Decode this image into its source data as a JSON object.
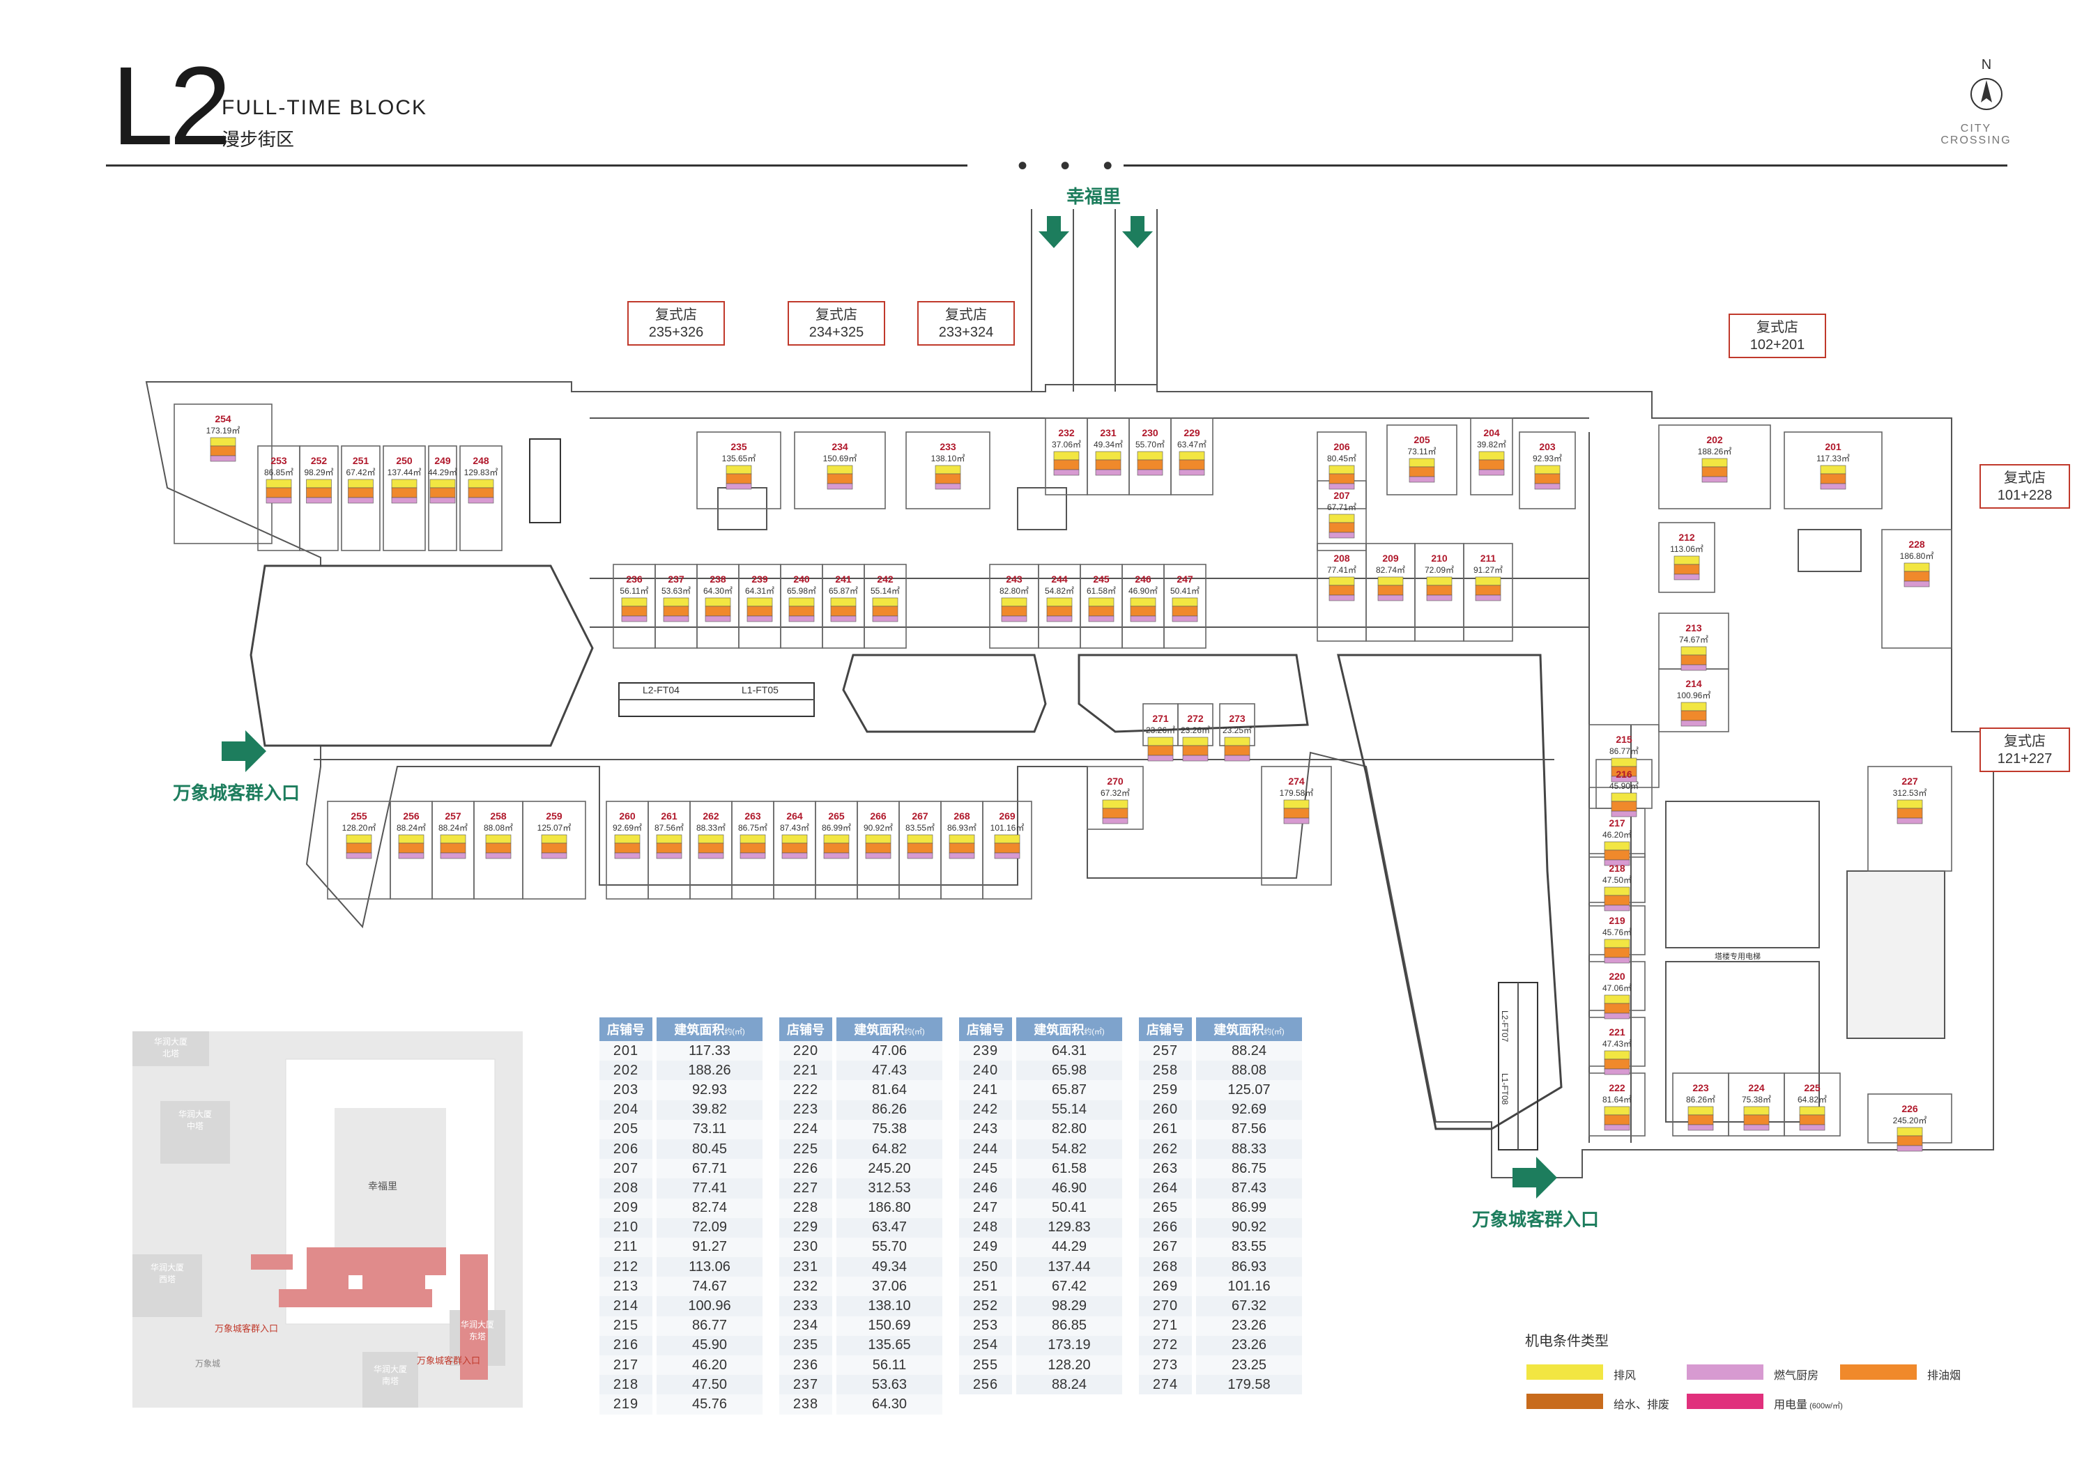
{
  "header": {
    "level": "L2",
    "title_en": "FULL-TIME BLOCK",
    "title_cn": "漫步街区",
    "dots": "• • •",
    "north": "N",
    "brand_line1": "CITY",
    "brand_line2": "CROSSING"
  },
  "labels": {
    "xingfuli": "幸福里",
    "entrance": "万象城客群入口",
    "escalator1": "L2-FT04",
    "escalator2": "L1-FT05",
    "escalator3": "L2-FT07",
    "escalator4": "L1-FT08",
    "mid_elevator": "塔楼专用电梯"
  },
  "duplex": [
    {
      "title": "复式店",
      "stores": "235+326"
    },
    {
      "title": "复式店",
      "stores": "234+325"
    },
    {
      "title": "复式店",
      "stores": "233+324"
    },
    {
      "title": "复式店",
      "stores": "102+201"
    },
    {
      "title": "复式店",
      "stores": "101+228"
    },
    {
      "title": "复式店",
      "stores": "121+227"
    }
  ],
  "stores": [
    {
      "no": "254",
      "area": "173.19㎡"
    },
    {
      "no": "253",
      "area": "86.85㎡"
    },
    {
      "no": "252",
      "area": "98.29㎡"
    },
    {
      "no": "251",
      "area": "67.42㎡"
    },
    {
      "no": "250",
      "area": "137.44㎡"
    },
    {
      "no": "249",
      "area": "44.29㎡"
    },
    {
      "no": "248",
      "area": "129.83㎡"
    },
    {
      "no": "235",
      "area": "135.65㎡"
    },
    {
      "no": "234",
      "area": "150.69㎡"
    },
    {
      "no": "233",
      "area": "138.10㎡"
    },
    {
      "no": "232",
      "area": "37.06㎡"
    },
    {
      "no": "231",
      "area": "49.34㎡"
    },
    {
      "no": "230",
      "area": "55.70㎡"
    },
    {
      "no": "229",
      "area": "63.47㎡"
    },
    {
      "no": "236",
      "area": "56.11㎡"
    },
    {
      "no": "237",
      "area": "53.63㎡"
    },
    {
      "no": "238",
      "area": "64.30㎡"
    },
    {
      "no": "239",
      "area": "64.31㎡"
    },
    {
      "no": "240",
      "area": "65.98㎡"
    },
    {
      "no": "241",
      "area": "65.87㎡"
    },
    {
      "no": "242",
      "area": "55.14㎡"
    },
    {
      "no": "243",
      "area": "82.80㎡"
    },
    {
      "no": "244",
      "area": "54.82㎡"
    },
    {
      "no": "245",
      "area": "61.58㎡"
    },
    {
      "no": "246",
      "area": "46.90㎡"
    },
    {
      "no": "247",
      "area": "50.41㎡"
    },
    {
      "no": "206",
      "area": "80.45㎡"
    },
    {
      "no": "205",
      "area": "73.11㎡"
    },
    {
      "no": "204",
      "area": "39.82㎡"
    },
    {
      "no": "203",
      "area": "92.93㎡"
    },
    {
      "no": "207",
      "area": "67.71㎡"
    },
    {
      "no": "208",
      "area": "77.41㎡"
    },
    {
      "no": "209",
      "area": "82.74㎡"
    },
    {
      "no": "210",
      "area": "72.09㎡"
    },
    {
      "no": "211",
      "area": "91.27㎡"
    },
    {
      "no": "202",
      "area": "188.26㎡"
    },
    {
      "no": "201",
      "area": "117.33㎡"
    },
    {
      "no": "212",
      "area": "113.06㎡"
    },
    {
      "no": "228",
      "area": "186.80㎡"
    },
    {
      "no": "213",
      "area": "74.67㎡"
    },
    {
      "no": "214",
      "area": "100.96㎡"
    },
    {
      "no": "215",
      "area": "86.77㎡"
    },
    {
      "no": "216",
      "area": "45.90㎡"
    },
    {
      "no": "217",
      "area": "46.20㎡"
    },
    {
      "no": "218",
      "area": "47.50㎡"
    },
    {
      "no": "219",
      "area": "45.76㎡"
    },
    {
      "no": "220",
      "area": "47.06㎡"
    },
    {
      "no": "221",
      "area": "47.43㎡"
    },
    {
      "no": "222",
      "area": "81.64㎡"
    },
    {
      "no": "223",
      "area": "86.26㎡"
    },
    {
      "no": "224",
      "area": "75.38㎡"
    },
    {
      "no": "225",
      "area": "64.82㎡"
    },
    {
      "no": "226",
      "area": "245.20㎡"
    },
    {
      "no": "227",
      "area": "312.53㎡"
    },
    {
      "no": "255",
      "area": "128.20㎡"
    },
    {
      "no": "256",
      "area": "88.24㎡"
    },
    {
      "no": "257",
      "area": "88.24㎡"
    },
    {
      "no": "258",
      "area": "88.08㎡"
    },
    {
      "no": "259",
      "area": "125.07㎡"
    },
    {
      "no": "260",
      "area": "92.69㎡"
    },
    {
      "no": "261",
      "area": "87.56㎡"
    },
    {
      "no": "262",
      "area": "88.33㎡"
    },
    {
      "no": "263",
      "area": "86.75㎡"
    },
    {
      "no": "264",
      "area": "87.43㎡"
    },
    {
      "no": "265",
      "area": "86.99㎡"
    },
    {
      "no": "266",
      "area": "90.92㎡"
    },
    {
      "no": "267",
      "area": "83.55㎡"
    },
    {
      "no": "268",
      "area": "86.93㎡"
    },
    {
      "no": "269",
      "area": "101.16㎡"
    },
    {
      "no": "270",
      "area": "67.32㎡"
    },
    {
      "no": "271",
      "area": "23.26㎡"
    },
    {
      "no": "272",
      "area": "23.26㎡"
    },
    {
      "no": "273",
      "area": "23.25㎡"
    },
    {
      "no": "274",
      "area": "179.58㎡"
    }
  ],
  "table": {
    "col_store": "店铺号",
    "col_area": "建筑面积",
    "unit": "约(㎡)",
    "rows": [
      [
        [
          "201",
          "117.33"
        ],
        [
          "202",
          "188.26"
        ],
        [
          "203",
          "92.93"
        ],
        [
          "204",
          "39.82"
        ],
        [
          "205",
          "73.11"
        ],
        [
          "206",
          "80.45"
        ],
        [
          "207",
          "67.71"
        ],
        [
          "208",
          "77.41"
        ],
        [
          "209",
          "82.74"
        ],
        [
          "210",
          "72.09"
        ],
        [
          "211",
          "91.27"
        ],
        [
          "212",
          "113.06"
        ],
        [
          "213",
          "74.67"
        ],
        [
          "214",
          "100.96"
        ],
        [
          "215",
          "86.77"
        ],
        [
          "216",
          "45.90"
        ],
        [
          "217",
          "46.20"
        ],
        [
          "218",
          "47.50"
        ],
        [
          "219",
          "45.76"
        ]
      ],
      [
        [
          "220",
          "47.06"
        ],
        [
          "221",
          "47.43"
        ],
        [
          "222",
          "81.64"
        ],
        [
          "223",
          "86.26"
        ],
        [
          "224",
          "75.38"
        ],
        [
          "225",
          "64.82"
        ],
        [
          "226",
          "245.20"
        ],
        [
          "227",
          "312.53"
        ],
        [
          "228",
          "186.80"
        ],
        [
          "229",
          "63.47"
        ],
        [
          "230",
          "55.70"
        ],
        [
          "231",
          "49.34"
        ],
        [
          "232",
          "37.06"
        ],
        [
          "233",
          "138.10"
        ],
        [
          "234",
          "150.69"
        ],
        [
          "235",
          "135.65"
        ],
        [
          "236",
          "56.11"
        ],
        [
          "237",
          "53.63"
        ],
        [
          "238",
          "64.30"
        ]
      ],
      [
        [
          "239",
          "64.31"
        ],
        [
          "240",
          "65.98"
        ],
        [
          "241",
          "65.87"
        ],
        [
          "242",
          "55.14"
        ],
        [
          "243",
          "82.80"
        ],
        [
          "244",
          "54.82"
        ],
        [
          "245",
          "61.58"
        ],
        [
          "246",
          "46.90"
        ],
        [
          "247",
          "50.41"
        ],
        [
          "248",
          "129.83"
        ],
        [
          "249",
          "44.29"
        ],
        [
          "250",
          "137.44"
        ],
        [
          "251",
          "67.42"
        ],
        [
          "252",
          "98.29"
        ],
        [
          "253",
          "86.85"
        ],
        [
          "254",
          "173.19"
        ],
        [
          "255",
          "128.20"
        ],
        [
          "256",
          "88.24"
        ]
      ],
      [
        [
          "257",
          "88.24"
        ],
        [
          "258",
          "88.08"
        ],
        [
          "259",
          "125.07"
        ],
        [
          "260",
          "92.69"
        ],
        [
          "261",
          "87.56"
        ],
        [
          "262",
          "88.33"
        ],
        [
          "263",
          "86.75"
        ],
        [
          "264",
          "87.43"
        ],
        [
          "265",
          "86.99"
        ],
        [
          "266",
          "90.92"
        ],
        [
          "267",
          "83.55"
        ],
        [
          "268",
          "86.93"
        ],
        [
          "269",
          "101.16"
        ],
        [
          "270",
          "67.32"
        ],
        [
          "271",
          "23.26"
        ],
        [
          "272",
          "23.26"
        ],
        [
          "273",
          "23.25"
        ],
        [
          "274",
          "179.58"
        ]
      ]
    ]
  },
  "keymap": {
    "t1": "华润大厦",
    "t1b": "北塔",
    "t2": "华润大厦",
    "t2b": "中塔",
    "xingfuli": "幸福里",
    "t3": "华润大厦",
    "t3b": "西塔",
    "t4": "华润大厦",
    "t4b": "东塔",
    "t5": "华润大厦",
    "t5b": "南塔",
    "mall": "万象城",
    "entrance1": "万象城客群入口",
    "entrance2": "万象城客群入口"
  },
  "legend": {
    "title": "机电条件类型",
    "items": [
      {
        "label": "排风",
        "color": "#f2e642"
      },
      {
        "label": "燃气厨房",
        "color": "#d79ad1"
      },
      {
        "label": "排油烟",
        "color": "#f0892b"
      },
      {
        "label": "给水、排废",
        "color": "#c86b1c"
      },
      {
        "label": "用电量",
        "sub": "(600w/㎡)",
        "color": "#e0307c"
      }
    ]
  },
  "colors": {
    "accent_green": "#1d7d5d",
    "duplex_red": "#c0392b",
    "store_no": "#b0182b",
    "table_head": "#7ea3cc"
  }
}
